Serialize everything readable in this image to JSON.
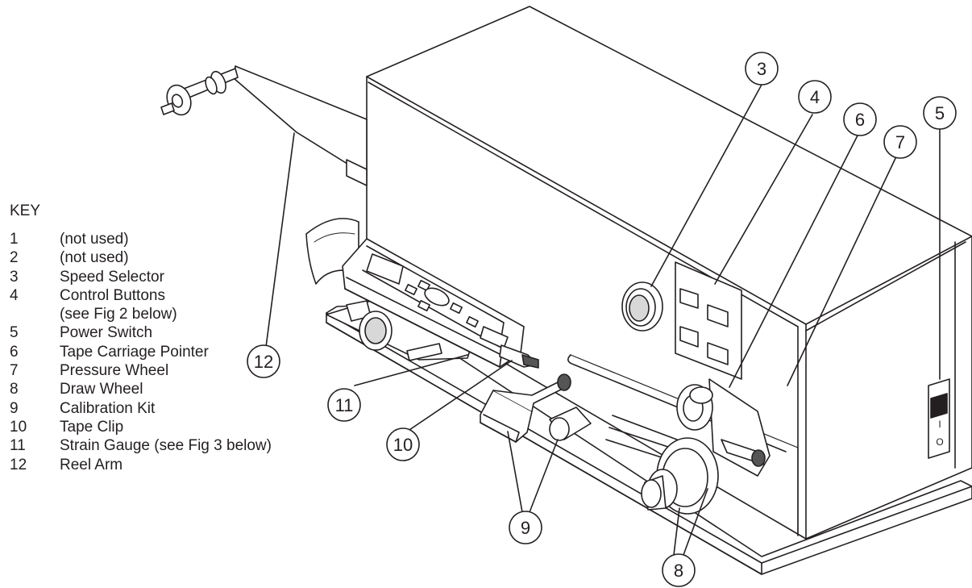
{
  "key": {
    "title": "KEY",
    "items": [
      {
        "num": "1",
        "label": "(not used)"
      },
      {
        "num": "2",
        "label": "(not used)"
      },
      {
        "num": "3",
        "label": "Speed Selector"
      },
      {
        "num": "4",
        "label": "Control Buttons"
      },
      {
        "num": "",
        "label": "(see Fig 2 below)"
      },
      {
        "num": "5",
        "label": "Power Switch"
      },
      {
        "num": "6",
        "label": "Tape Carriage Pointer"
      },
      {
        "num": "7",
        "label": "Pressure Wheel"
      },
      {
        "num": "8",
        "label": "Draw Wheel"
      },
      {
        "num": "9",
        "label": "Calibration Kit"
      },
      {
        "num": "10",
        "label": "Tape Clip"
      },
      {
        "num": "11",
        "label": "Strain Gauge (see Fig 3 below)"
      },
      {
        "num": "12",
        "label": "Reel Arm"
      }
    ]
  },
  "callouts": {
    "c3": "3",
    "c4": "4",
    "c5": "5",
    "c6": "6",
    "c7": "7",
    "c8": "8",
    "c9": "9",
    "c10": "10",
    "c11": "11",
    "c12": "12"
  },
  "switch_marks": {
    "on": "I",
    "off": "O"
  },
  "colors": {
    "line": "#231f20",
    "shade": "#b8b8b8",
    "dark": "#555555",
    "fill": "#ffffff"
  }
}
